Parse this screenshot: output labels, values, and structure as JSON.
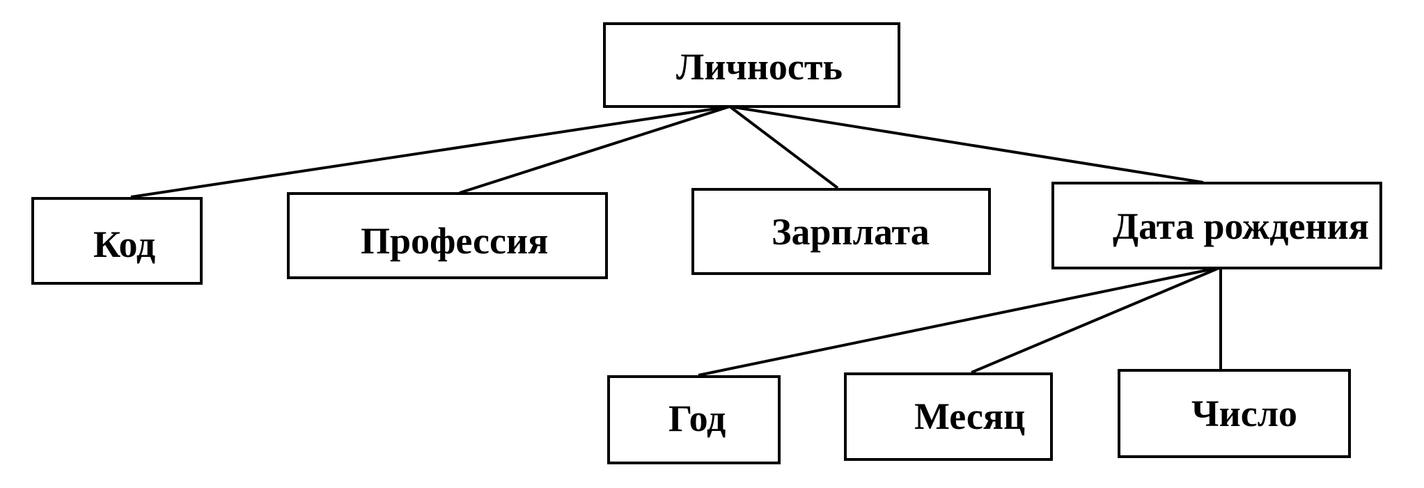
{
  "diagram": {
    "root": {
      "label": "Личность"
    },
    "children": {
      "kod": {
        "label": "Код"
      },
      "professiya": {
        "label": "Профессия"
      },
      "zarplata": {
        "label": "Зарплата"
      },
      "data_rozhdeniya": {
        "label": "Дата рождения"
      }
    },
    "date_parts": {
      "god": {
        "label": "Год"
      },
      "mesyats": {
        "label": "Месяц"
      },
      "chislo": {
        "label": "Число"
      }
    }
  },
  "colors": {
    "line": "#000000",
    "box_border": "#000000",
    "background": "#ffffff"
  }
}
